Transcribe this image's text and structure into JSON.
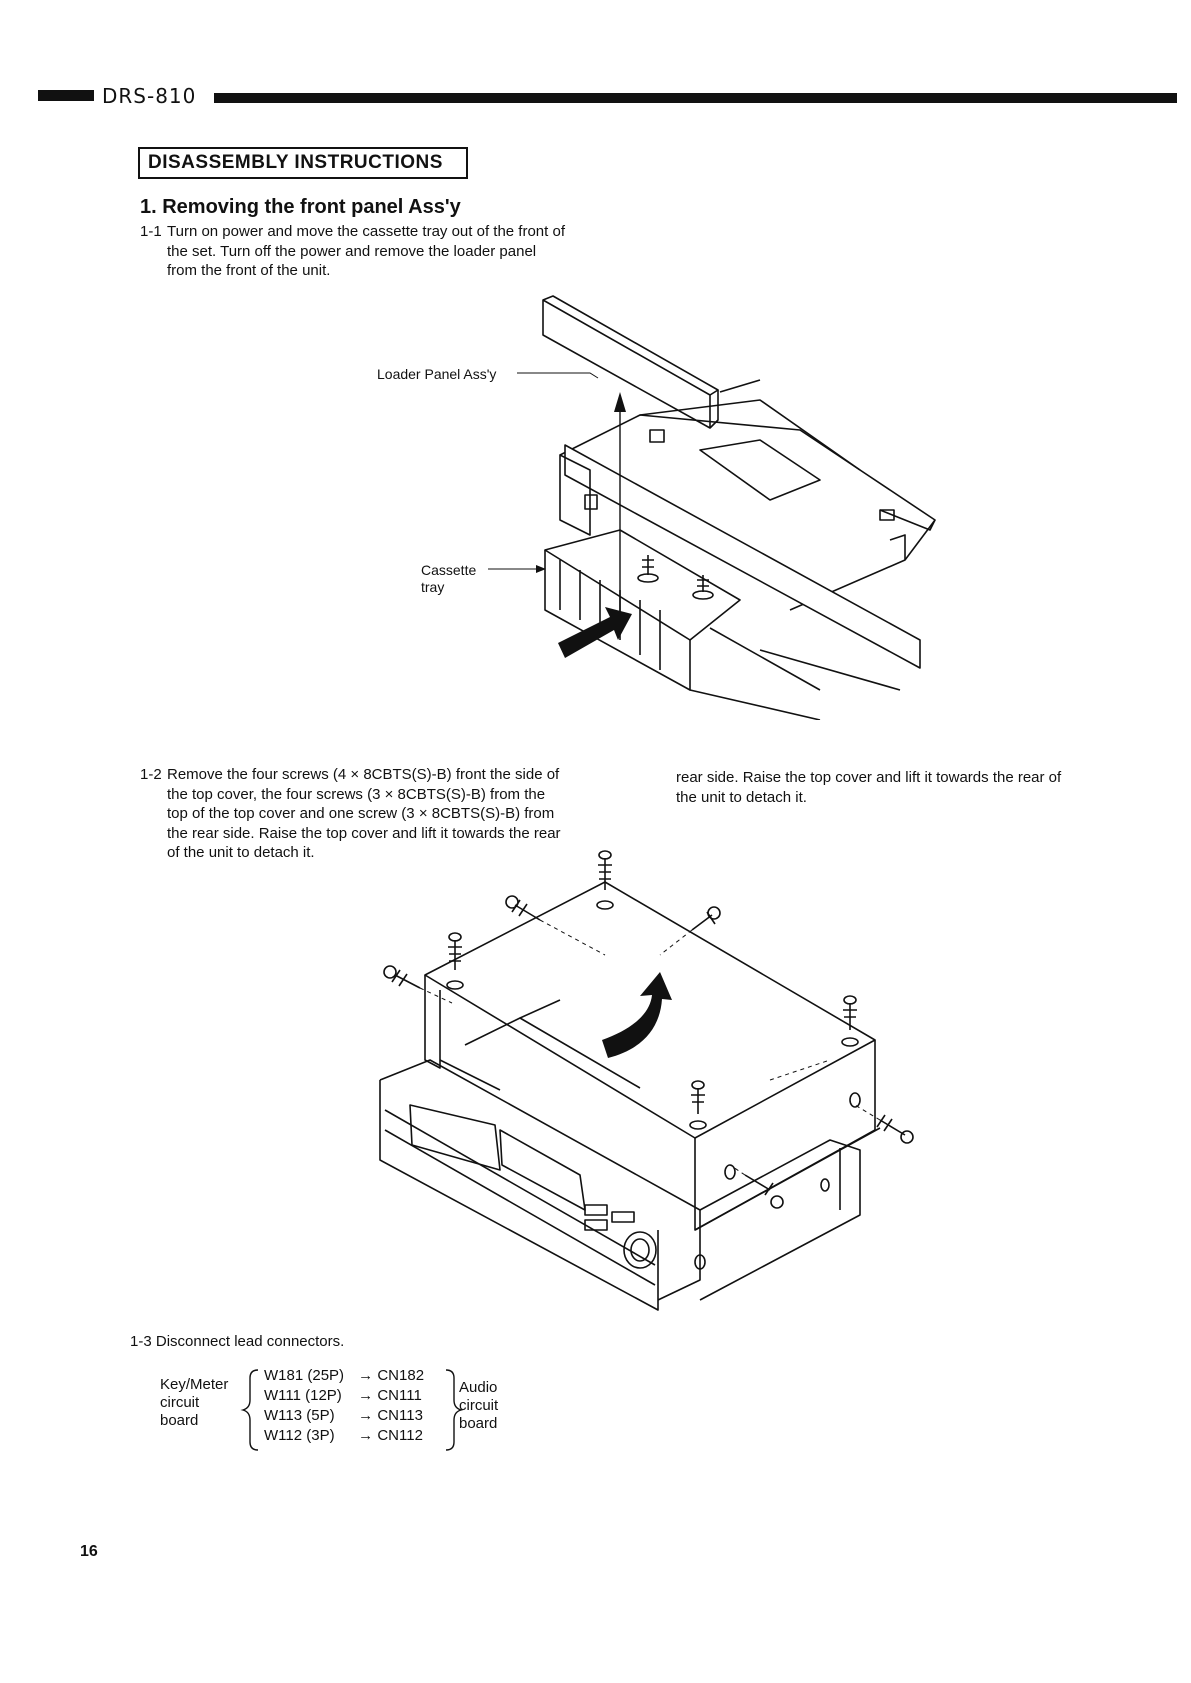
{
  "header": {
    "model": "DRS-810"
  },
  "section": {
    "title": "DISASSEMBLY INSTRUCTIONS"
  },
  "step1": {
    "heading": "1. Removing the front panel Ass'y",
    "sub1": {
      "number": "1-1",
      "lines": [
        "Turn on power and move the cassette tray out of the front of",
        "the set. Turn off the power and remove the loader panel",
        "from the front of the unit."
      ]
    },
    "figure1": {
      "label_loader": "Loader Panel Ass'y",
      "label_cassette_1": "Cassette",
      "label_cassette_2": "tray"
    },
    "sub2": {
      "number": "1-2",
      "lines": [
        "Remove the four screws (4 × 8CBTS(S)-B) front the side of",
        "the top cover, the four screws (3 × 8CBTS(S)-B) from the",
        "top of the top cover and one screw (3  × 8CBTS(S)-B) from",
        "the rear side. Raise the top cover and lift it towards the rear",
        "of the unit to detach it."
      ],
      "right_lines": [
        "rear side. Raise the top cover and lift it towards the rear of",
        "the unit to detach it."
      ]
    },
    "sub3": {
      "number": "1-3",
      "text": "Disconnect lead connectors."
    },
    "connectors": {
      "left_lines": [
        "Key/Meter",
        "circuit",
        "board"
      ],
      "rows": [
        {
          "wire": "W181 (25P)",
          "arrow": "→",
          "cn": "CN182"
        },
        {
          "wire": "W111 (12P)",
          "arrow": "→",
          "cn": "CN111"
        },
        {
          "wire": "W113 (5P)",
          "arrow": "→",
          "cn": "CN113"
        },
        {
          "wire": "W112 (3P)",
          "arrow": "→",
          "cn": "CN112"
        }
      ],
      "right_lines": [
        "Audio",
        "circuit",
        "board"
      ]
    }
  },
  "footer": {
    "page_number": "16"
  }
}
